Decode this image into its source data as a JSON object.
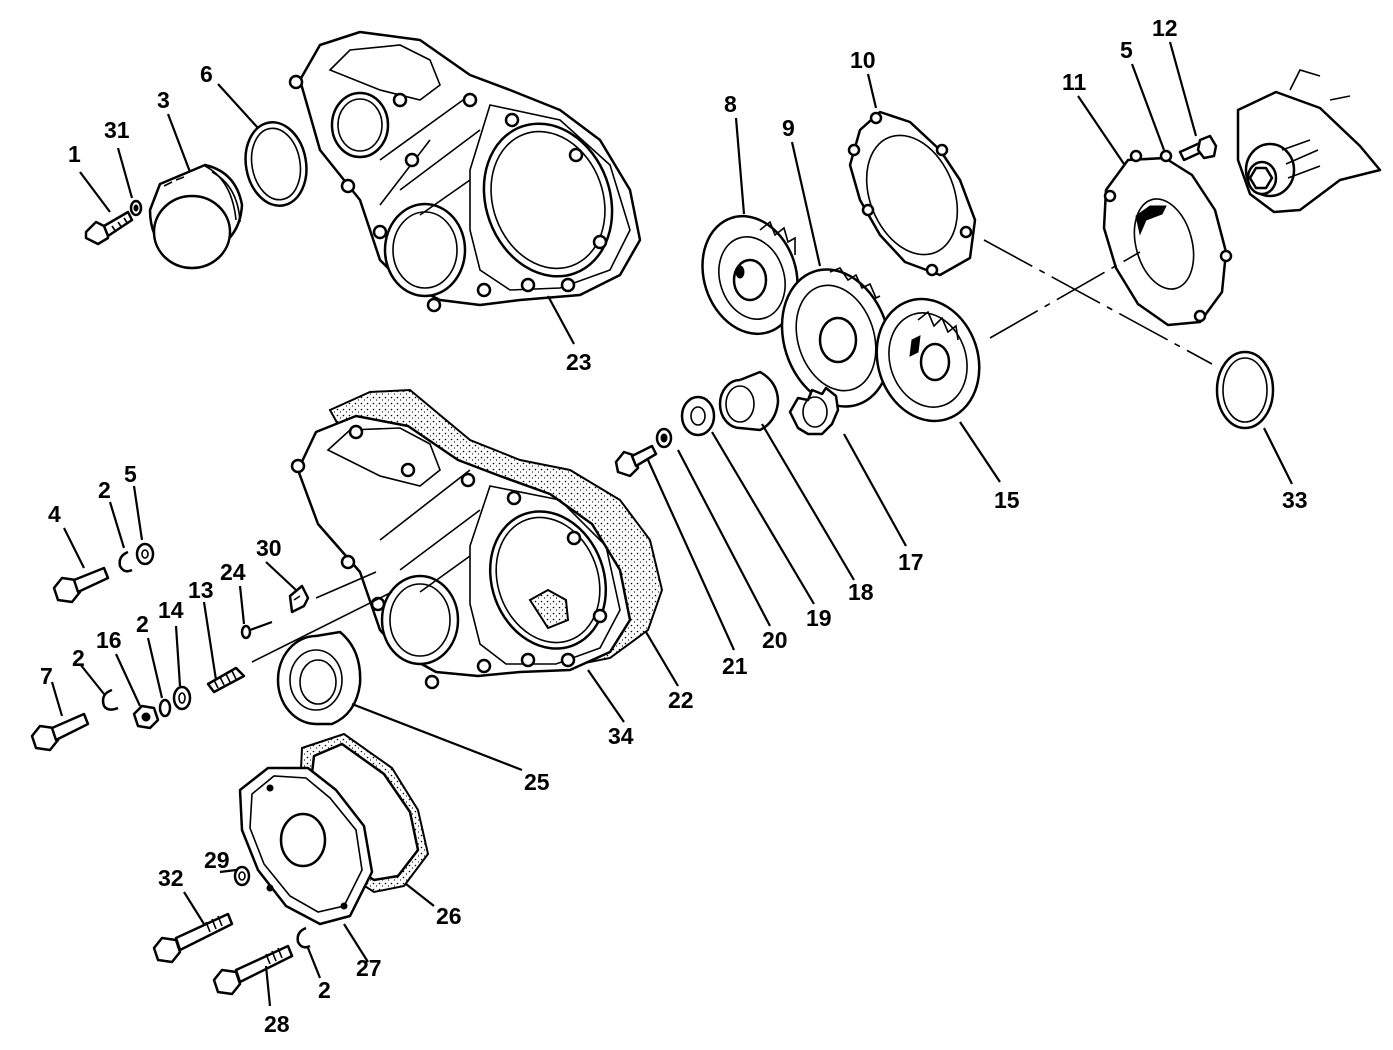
{
  "figure": {
    "callouts": [
      {
        "id": "c1",
        "text": "1"
      },
      {
        "id": "c31",
        "text": "31"
      },
      {
        "id": "c3",
        "text": "3"
      },
      {
        "id": "c6",
        "text": "6"
      },
      {
        "id": "c23",
        "text": "23"
      },
      {
        "id": "c8",
        "text": "8"
      },
      {
        "id": "c9",
        "text": "9"
      },
      {
        "id": "c10",
        "text": "10"
      },
      {
        "id": "c11",
        "text": "11"
      },
      {
        "id": "c5a",
        "text": "5"
      },
      {
        "id": "c12",
        "text": "12"
      },
      {
        "id": "c33",
        "text": "33"
      },
      {
        "id": "c15",
        "text": "15"
      },
      {
        "id": "c17",
        "text": "17"
      },
      {
        "id": "c18",
        "text": "18"
      },
      {
        "id": "c19",
        "text": "19"
      },
      {
        "id": "c20",
        "text": "20"
      },
      {
        "id": "c21",
        "text": "21"
      },
      {
        "id": "c22",
        "text": "22"
      },
      {
        "id": "c34",
        "text": "34"
      },
      {
        "id": "c25",
        "text": "25"
      },
      {
        "id": "c4",
        "text": "4"
      },
      {
        "id": "c2a",
        "text": "2"
      },
      {
        "id": "c5b",
        "text": "5"
      },
      {
        "id": "c30",
        "text": "30"
      },
      {
        "id": "c24",
        "text": "24"
      },
      {
        "id": "c13",
        "text": "13"
      },
      {
        "id": "c14",
        "text": "14"
      },
      {
        "id": "c2b",
        "text": "2"
      },
      {
        "id": "c16",
        "text": "16"
      },
      {
        "id": "c2c",
        "text": "2"
      },
      {
        "id": "c7",
        "text": "7"
      },
      {
        "id": "c32",
        "text": "32"
      },
      {
        "id": "c29",
        "text": "29"
      },
      {
        "id": "c26",
        "text": "26"
      },
      {
        "id": "c27",
        "text": "27"
      },
      {
        "id": "c2d",
        "text": "2"
      },
      {
        "id": "c28",
        "text": "28"
      }
    ]
  }
}
